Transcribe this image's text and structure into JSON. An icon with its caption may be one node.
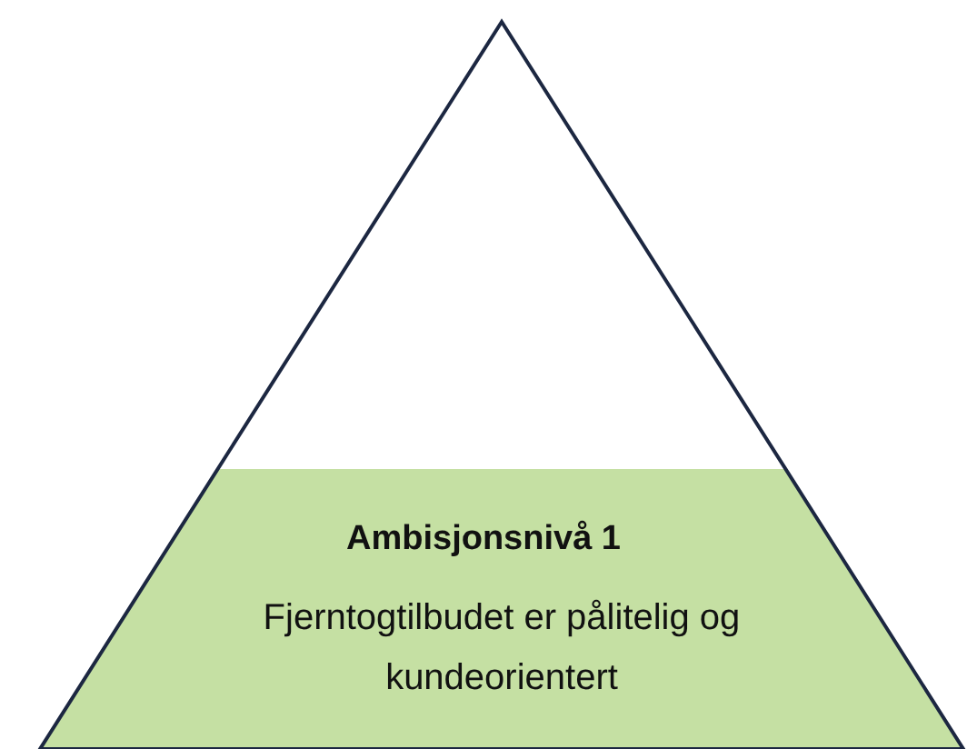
{
  "diagram": {
    "nodes": [
      {
        "text": [],
        "shape": "triangle"
      },
      {
        "text": [
          "Ambisjonsnivå 1",
          "Fjerntogtilbudet er pålitelig og kundeorientert"
        ],
        "in": 0
      }
    ]
  }
}
